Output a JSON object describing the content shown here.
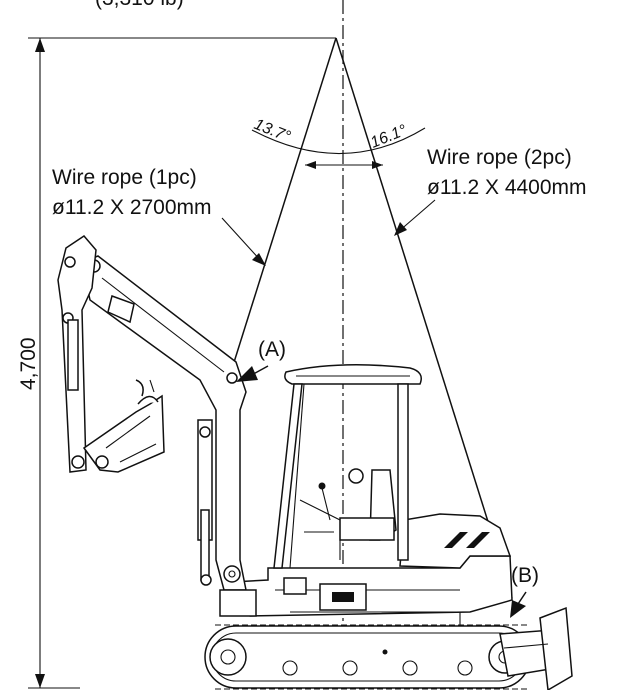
{
  "diagram": {
    "top_caption": "(3,310 lb)",
    "height_dimension": "4,700",
    "angle_left": "13.7°",
    "angle_right": "16.1°",
    "rope_left": {
      "line1": "Wire rope (1pc)",
      "line2": "ø11.2 X 2700mm"
    },
    "rope_right": {
      "line1": "Wire rope (2pc)",
      "line2": "ø11.2 X 4400mm"
    },
    "point_a": "(A)",
    "point_b": "(B)"
  }
}
